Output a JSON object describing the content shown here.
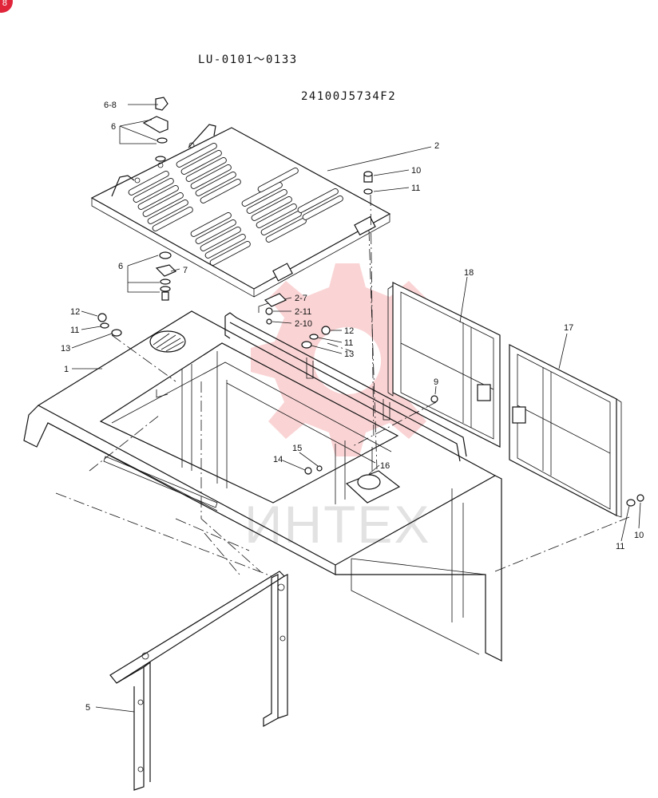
{
  "header": {
    "serial_range": "LU-0101〜0133",
    "part_number": "24100J5734F2"
  },
  "watermark": {
    "text": "ИНТЕХ",
    "color": "#e8393f"
  },
  "corner_badge": {
    "text": "8",
    "color": "#e0243a"
  },
  "callouts": {
    "c_6_8": "6-8",
    "c_6a": "6",
    "c_2": "2",
    "c_10a": "10",
    "c_11a": "11",
    "c_6b": "6",
    "c_7": "7",
    "c_2_7": "2-7",
    "c_2_11": "2-11",
    "c_2_10": "2-10",
    "c_12a": "12",
    "c_11b": "11",
    "c_13a": "13",
    "c_1": "1",
    "c_12b": "12",
    "c_11c": "11",
    "c_13b": "13",
    "c_18": "18",
    "c_17": "17",
    "c_9": "9",
    "c_15": "15",
    "c_14": "14",
    "c_16": "16",
    "c_10b": "10",
    "c_11d": "11",
    "c_5": "5"
  }
}
